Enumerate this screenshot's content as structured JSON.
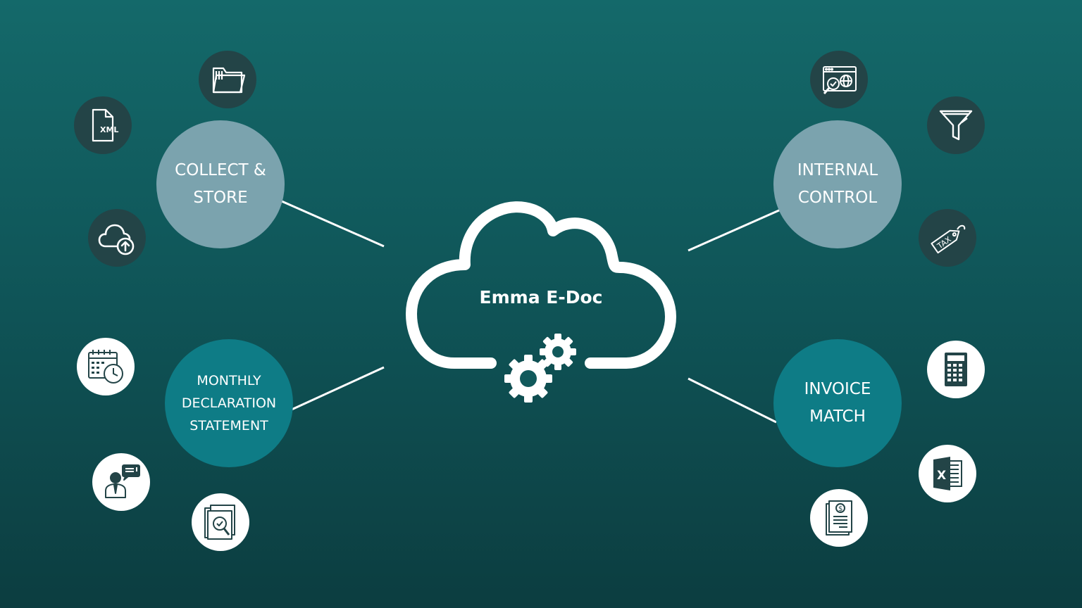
{
  "center": {
    "title": "Emma E-Doc"
  },
  "hubs": {
    "collect": {
      "line1": "COLLECT &",
      "line2": "STORE"
    },
    "internal": {
      "line1": "INTERNAL",
      "line2": "CONTROL"
    },
    "monthly": {
      "line1": "MONTHLY",
      "line2": "DECLARATION",
      "line3": "STATEMENT"
    },
    "invoice": {
      "line1": "INVOICE",
      "line2": "MATCH"
    }
  },
  "icons": {
    "xml_label": "XML",
    "tax_label": "TAX",
    "excel_label": "X",
    "dollar_label": "$"
  },
  "colors": {
    "background_top": "#14696a",
    "background_bottom": "#0c3d40",
    "hub_light": "#7ba3ae",
    "hub_teal": "#0e7c86",
    "icon_dark": "#234447",
    "icon_white": "#ffffff"
  }
}
